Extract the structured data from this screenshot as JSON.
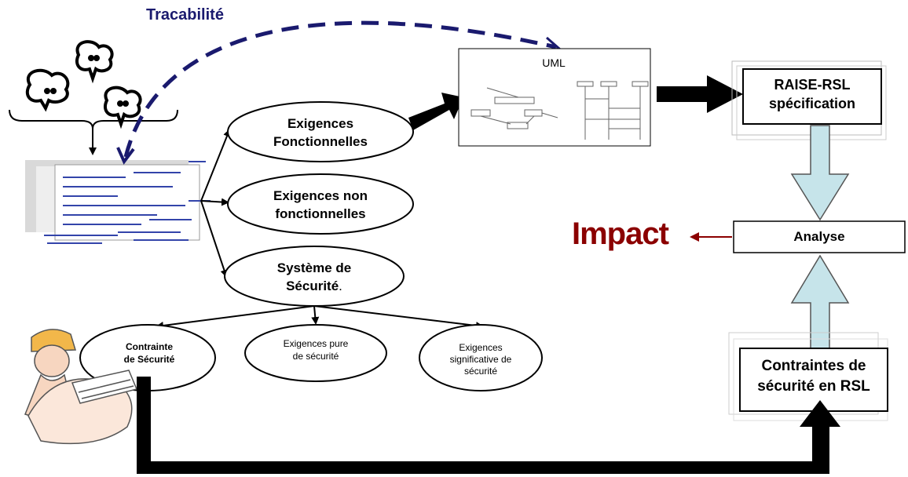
{
  "traceability": {
    "label": "Tracabilité",
    "color": "#1a1a6e"
  },
  "uml": {
    "label": "UML"
  },
  "raise": {
    "line1": "RAISE-RSL",
    "line2": "spécification"
  },
  "analyse": {
    "label": "Analyse"
  },
  "impact": {
    "label": "Impact",
    "color": "#8b0000"
  },
  "contraintes_rsl": {
    "line1": "Contraintes de",
    "line2": "sécurité en RSL"
  },
  "exig_fonct": {
    "line1": "Exigences",
    "line2": "Fonctionnelles"
  },
  "exig_non_fonct": {
    "line1": "Exigences non",
    "line2": "fonctionnelles"
  },
  "systeme": {
    "line1": "Système de",
    "line2": "Sécurité",
    "suffix": "."
  },
  "contrainte": {
    "line1": "Contrainte",
    "line2": "de Sécurité"
  },
  "pure": {
    "line1": "Exigences pure",
    "line2": "de sécurité"
  },
  "significative": {
    "line1": "Exigences",
    "line2": "significative de",
    "line3": "sécurité"
  },
  "colors": {
    "arrow_fill": "#c6e4ea",
    "arrow_stroke": "#555555",
    "doc_blue": "#3344aa"
  }
}
